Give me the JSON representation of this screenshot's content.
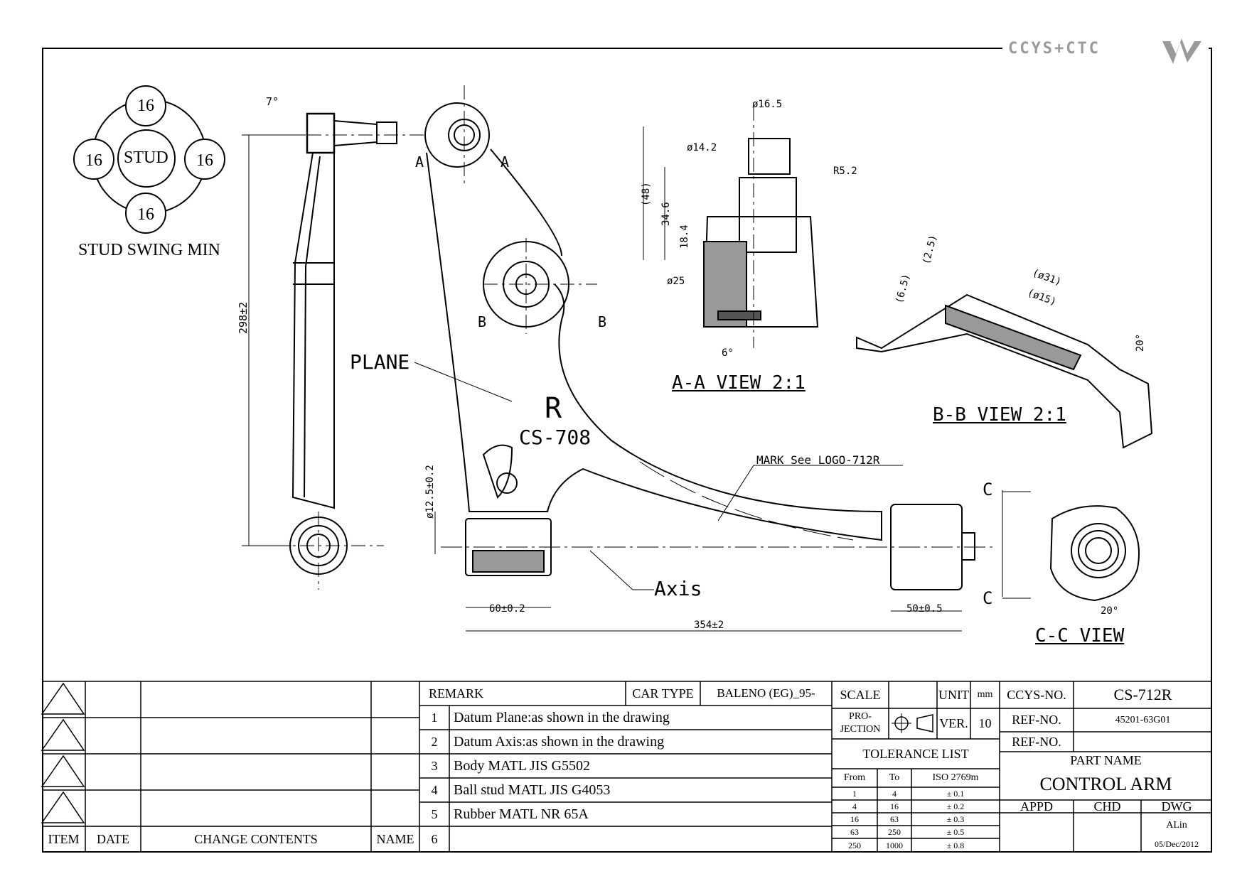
{
  "brand": {
    "logo_text": "CCYS+CTC"
  },
  "stud_swing": {
    "center": "STUD",
    "top": "16",
    "left": "16",
    "right": "16",
    "bottom": "16",
    "title": "STUD SWING MIN"
  },
  "drawing": {
    "angle_top": "7°",
    "dim_height": "298±2",
    "section_a_left": "A",
    "section_a_right": "A",
    "section_b_left": "B",
    "section_b_right": "B",
    "plane": "PLANE",
    "side_mark": "R",
    "part_mark": "CS-708",
    "logo_note": "MARK See LOGO-712R",
    "dia_bush": "ø12.5±0.2",
    "axis": "Axis",
    "dim_60": "60±0.2",
    "dim_50": "50±0.5",
    "dim_354": "354±2",
    "section_c_top": "C",
    "section_c_bottom": "C"
  },
  "aa_view": {
    "title": "A-A VIEW 2:1",
    "d165": "ø16.5",
    "d142": "ø14.2",
    "r52": "R5.2",
    "h48": "(48)",
    "h346": "34.6",
    "h184": "18.4",
    "d25": "ø25",
    "a6": "6°"
  },
  "bb_view": {
    "title": "B-B VIEW 2:1",
    "d25": "(2.5)",
    "d65": "(6.5)",
    "d31": "(ø31)",
    "d15": "(ø15)",
    "a20": "20°"
  },
  "cc_view": {
    "title": "C-C VIEW",
    "a20": "20°"
  },
  "title_block": {
    "rev_headers": {
      "item": "ITEM",
      "date": "DATE",
      "change": "CHANGE CONTENTS",
      "name": "NAME"
    },
    "remark_label": "REMARK",
    "car_type_label": "CAR TYPE",
    "car_type": "BALENO (EG)_95-",
    "remarks": [
      {
        "no": "1",
        "text": "Datum Plane:as shown in the drawing"
      },
      {
        "no": "2",
        "text": "Datum Axis:as shown in the drawing"
      },
      {
        "no": "3",
        "text": "Body MATL JIS G5502"
      },
      {
        "no": "4",
        "text": "Ball stud MATL JIS G4053"
      },
      {
        "no": "5",
        "text": "Rubber MATL NR 65A"
      },
      {
        "no": "6",
        "text": ""
      }
    ],
    "scale_label": "SCALE",
    "unit_label": "UNIT",
    "unit": "mm",
    "projection_label_1": "PRO-",
    "projection_label_2": "JECTION",
    "ver_label": "VER.",
    "ver": "10",
    "tolerance_title": "TOLERANCE LIST",
    "tol_headers": {
      "from": "From",
      "to": "To",
      "iso": "ISO 2769m"
    },
    "tolerances": [
      {
        "from": "1",
        "to": "4",
        "tol": "± 0.1"
      },
      {
        "from": "4",
        "to": "16",
        "tol": "± 0.2"
      },
      {
        "from": "16",
        "to": "63",
        "tol": "± 0.3"
      },
      {
        "from": "63",
        "to": "250",
        "tol": "± 0.5"
      },
      {
        "from": "250",
        "to": "1000",
        "tol": "± 0.8"
      }
    ],
    "ccys_no_label": "CCYS-NO.",
    "ccys_no": "CS-712R",
    "ref_no_label": "REF-NO.",
    "ref_no": "45201-63G01",
    "ref_no2_label": "REF-NO.",
    "part_name_label": "PART NAME",
    "part_name": "CONTROL ARM",
    "appd": "APPD",
    "chd": "CHD",
    "dwg": "DWG",
    "drawn_by": "ALin",
    "date": "05/Dec/2012"
  }
}
